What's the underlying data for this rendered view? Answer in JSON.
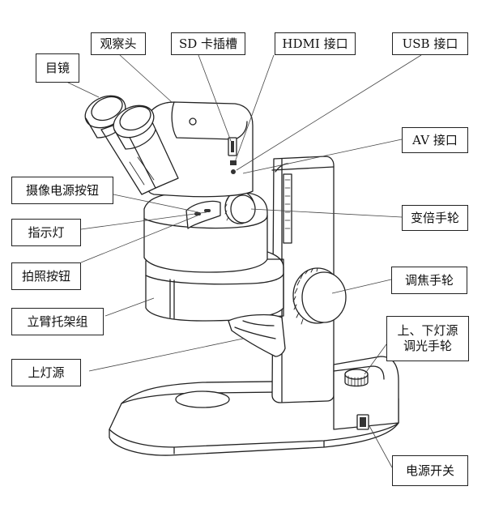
{
  "labels": {
    "observation_head": "观察头",
    "sd_slot": "SD 卡插槽",
    "hdmi_port": "HDMI 接口",
    "usb_port": "USB 接口",
    "eyepiece": "目镜",
    "av_port": "AV 接口",
    "camera_power_button": "摄像电源按钮",
    "zoom_knob": "变倍手轮",
    "indicator_light": "指示灯",
    "photo_button": "拍照按钮",
    "focus_knob": "调焦手轮",
    "arm_bracket": "立臂托架组",
    "light_dimmer_line1": "上、下灯源",
    "light_dimmer_line2": "调光手轮",
    "upper_light": "上灯源",
    "power_switch": "电源开关"
  }
}
